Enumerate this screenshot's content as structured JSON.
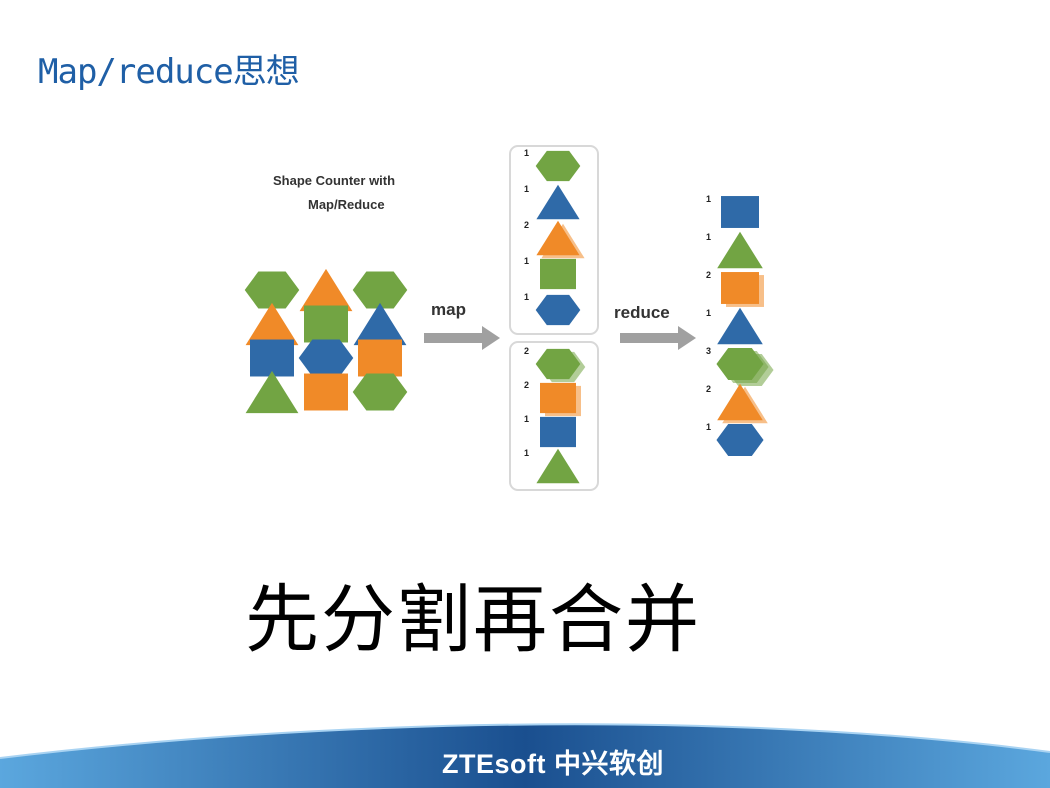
{
  "slide": {
    "title": "Map/reduce思想",
    "slogan": "先分割再合并"
  },
  "diagram": {
    "caption_line1": "Shape Counter with",
    "caption_line2": "Map/Reduce",
    "map_label": "map",
    "reduce_label": "reduce",
    "colors": {
      "green": "#72a443",
      "orange": "#f08a28",
      "blue": "#2f6aa8",
      "arrow": "#a0a0a0"
    },
    "input_grid": [
      [
        "green-hexagon",
        "orange-triangle",
        "green-hexagon"
      ],
      [
        "orange-triangle",
        "green-square",
        "blue-triangle"
      ],
      [
        "blue-square",
        "blue-hexagon",
        "orange-square"
      ],
      [
        "green-triangle",
        "orange-square",
        "green-hexagon"
      ]
    ],
    "map_group_1": [
      {
        "count": "1",
        "shape": "green-hexagon"
      },
      {
        "count": "1",
        "shape": "blue-triangle"
      },
      {
        "count": "2",
        "shape": "orange-triangle"
      },
      {
        "count": "1",
        "shape": "green-square"
      },
      {
        "count": "1",
        "shape": "blue-hexagon"
      }
    ],
    "map_group_2": [
      {
        "count": "2",
        "shape": "green-hexagon"
      },
      {
        "count": "2",
        "shape": "orange-square"
      },
      {
        "count": "1",
        "shape": "blue-square"
      },
      {
        "count": "1",
        "shape": "green-triangle"
      }
    ],
    "reduce_results": [
      {
        "count": "1",
        "shape": "blue-square"
      },
      {
        "count": "1",
        "shape": "green-triangle"
      },
      {
        "count": "2",
        "shape": "orange-square"
      },
      {
        "count": "1",
        "shape": "blue-triangle"
      },
      {
        "count": "3",
        "shape": "green-hexagon"
      },
      {
        "count": "2",
        "shape": "orange-triangle"
      },
      {
        "count": "1",
        "shape": "blue-hexagon"
      }
    ]
  },
  "footer": {
    "logo": "ZTEsoft 中兴软创",
    "colors": {
      "dark": "#1a4f8f",
      "light": "#5ba7de"
    }
  }
}
